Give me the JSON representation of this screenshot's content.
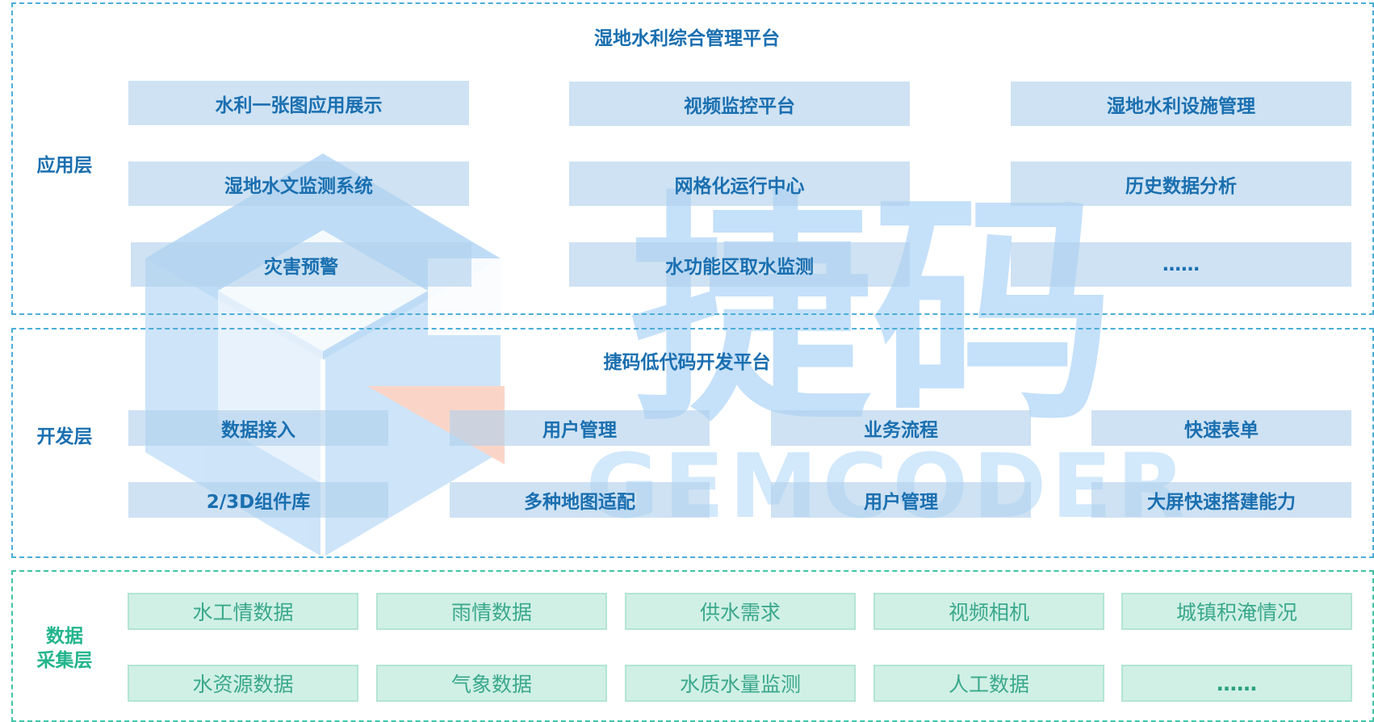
{
  "layers": {
    "app": {
      "label": "应用层",
      "title": "湿地水利综合管理平台",
      "items": [
        "水利一张图应用展示",
        "视频监控平台",
        "湿地水利设施管理",
        "湿地水文监测系统",
        "网格化运行中心",
        "历史数据分析",
        "灾害预警",
        "水功能区取水监测",
        "……"
      ]
    },
    "dev": {
      "label": "开发层",
      "title": "捷码低代码开发平台",
      "items": [
        "数据接入",
        "用户管理",
        "业务流程",
        "快速表单",
        "2/3D组件库",
        "多种地图适配",
        "用户管理",
        "大屏快速搭建能力"
      ]
    },
    "data": {
      "label": "数据\n采集层",
      "items": [
        "水工情数据",
        "雨情数据",
        "供水需求",
        "视频相机",
        "城镇积淹情况",
        "水资源数据",
        "气象数据",
        "水质水量监测",
        "人工数据",
        "……"
      ]
    }
  },
  "watermark": {
    "brand_cn": "捷码",
    "brand_en": "GEMCODER"
  },
  "colors": {
    "layer_border_blue": "#4aaed8",
    "layer_border_green": "#3ec4a4",
    "text_blue": "#1a6fb0",
    "text_green": "#3aa88c",
    "box_blue": "#cde1f2",
    "box_green": "#d4f1e6",
    "watermark_blue": "#8cc3f5",
    "watermark_orange": "#f6b49a"
  }
}
